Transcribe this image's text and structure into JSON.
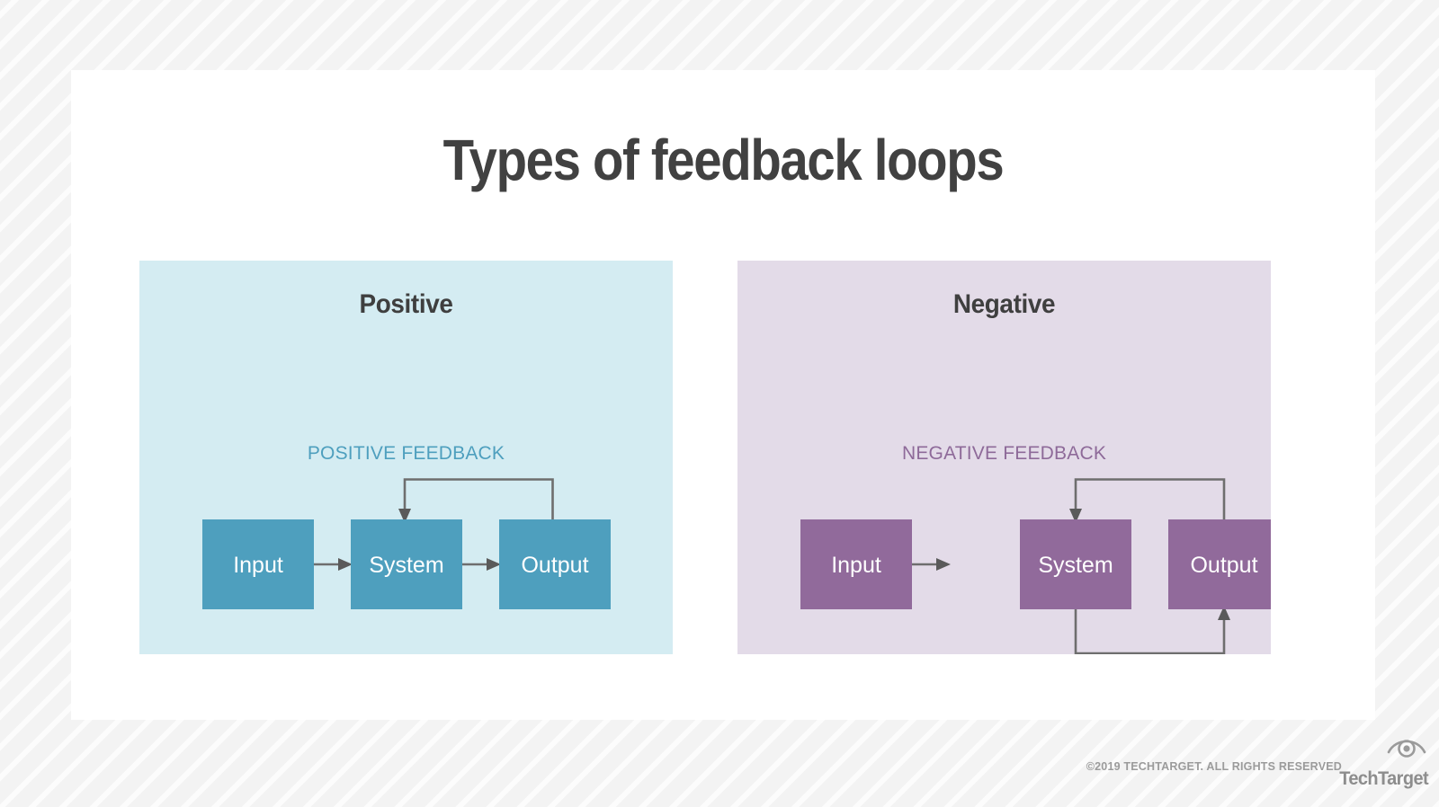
{
  "page": {
    "title": "Types of feedback loops"
  },
  "panels": [
    {
      "id": "positive",
      "heading": "Positive",
      "feedback_label": "POSITIVE FEEDBACK",
      "accent_color": "#4e9fbe",
      "panel_color": "#d4ecf2",
      "nodes": [
        {
          "id": "input",
          "label": "Input"
        },
        {
          "id": "system",
          "label": "System"
        },
        {
          "id": "output",
          "label": "Output"
        }
      ],
      "connections": [
        {
          "from": "input",
          "to": "system",
          "type": "straight",
          "direction": "right"
        },
        {
          "from": "system",
          "to": "output",
          "type": "straight",
          "direction": "right"
        },
        {
          "from": "output",
          "to": "system",
          "type": "loop-top",
          "direction": "down"
        }
      ]
    },
    {
      "id": "negative",
      "heading": "Negative",
      "feedback_label": "NEGATIVE FEEDBACK",
      "accent_color": "#8e6a99",
      "panel_color": "#e3dbe8",
      "nodes": [
        {
          "id": "input",
          "label": "Input"
        },
        {
          "id": "system",
          "label": "System"
        },
        {
          "id": "output",
          "label": "Output"
        }
      ],
      "connections": [
        {
          "from": "input",
          "to": "system",
          "type": "straight",
          "direction": "right"
        },
        {
          "from": "system",
          "to": "output",
          "type": "loop-bottom",
          "direction": "up"
        },
        {
          "from": "output",
          "to": "system",
          "type": "loop-top",
          "direction": "down"
        }
      ]
    }
  ],
  "footer": {
    "copyright": "©2019 TECHTARGET. ALL RIGHTS RESERVED",
    "brand_name": "TechTarget",
    "brand_icon": "eye-icon"
  }
}
